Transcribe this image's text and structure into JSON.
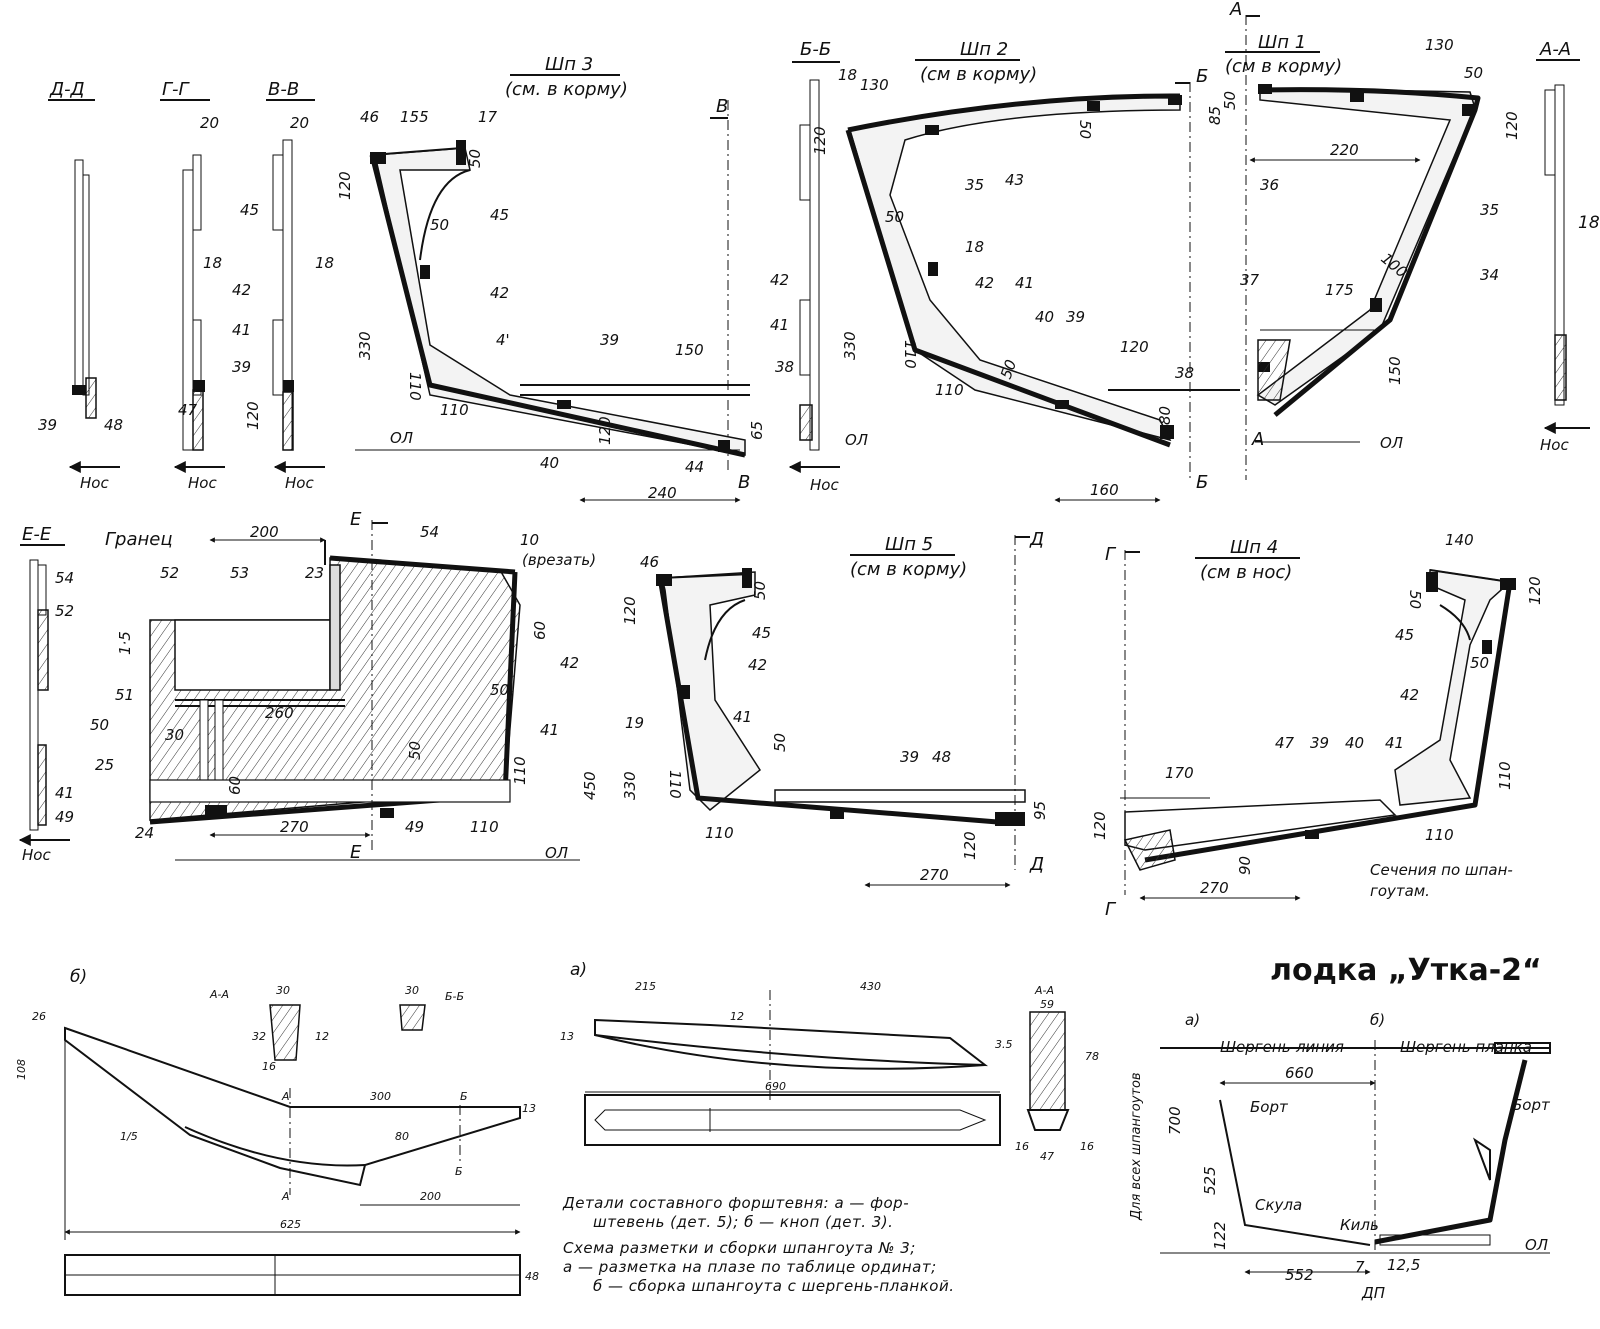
{
  "title": "лодка „Утка-2“",
  "caption_sections": "Сечения по шпан-\nгоутам.",
  "caption_details": [
    "Детали составного форштевня: а — фор-",
    "штевень (дет. 5); б — кноп (дет. 3).",
    "Схема разметки и сборки шпангоута № 3;",
    "а — разметка на плазе по таблице ординат;",
    "б — сборка шпангоута с шергень-планкой."
  ],
  "frames": {
    "shp3": {
      "title": "Шп 3",
      "subtitle": "(см. в корму)"
    },
    "shp2": {
      "title": "Шп 2",
      "subtitle": "(см в корму)"
    },
    "shp1": {
      "title": "Шп 1",
      "subtitle": "(см в корму)"
    },
    "shp5": {
      "title": "Шп 5",
      "subtitle": "(см в корму)"
    },
    "shp4": {
      "title": "Шп 4",
      "subtitle": "(см в нос)"
    }
  },
  "sections": {
    "dd": "Д-Д",
    "gg": "Г-Г",
    "vv": "В-В",
    "bb": "Б-Б",
    "aa": "А-А",
    "ee": "Е-Е"
  },
  "marks": {
    "nos": "Нос",
    "ol": "ОЛ",
    "vrezat": "(врезать)",
    "granets": "Гранец",
    "A": "А",
    "B": "Б",
    "V": "В",
    "G": "Г",
    "D": "Д",
    "E": "Е"
  },
  "labels_top": {
    "n46": "46",
    "n17": "17",
    "n45": "45",
    "n42": "42",
    "n4": "4'",
    "n39": "39",
    "n40": "40",
    "n44": "44",
    "n43": "43",
    "n35": "35",
    "n18": "18",
    "n41": "41",
    "n38": "38",
    "n36": "36",
    "n37": "37",
    "n34": "34",
    "n47": "47",
    "n48": "48"
  },
  "dims_top": {
    "d155": "155",
    "d120": "120",
    "d50": "50",
    "d330": "330",
    "d110": "110",
    "d150": "150",
    "d65": "65",
    "d240": "240",
    "d130": "130",
    "d80": "80",
    "d160": "160",
    "d85": "85",
    "d220": "220",
    "d100": "100",
    "d175": "175",
    "d20": "20",
    "d18": "18"
  },
  "labels_bottom": {
    "n54": "54",
    "n52": "52",
    "n53": "53",
    "n23": "23",
    "n10": "10",
    "n51": "51",
    "n50": "50",
    "n25": "25",
    "n24": "24",
    "n49": "49",
    "n19": "19",
    "n60": "60",
    "d200": "200",
    "d145": "1·5",
    "d30": "30",
    "d260": "260",
    "d270": "270",
    "d450": "450",
    "d95": "95",
    "d90": "90",
    "d170": "170",
    "d140": "140"
  },
  "detail": {
    "b": "б)",
    "a": "а)",
    "aa": "А-А",
    "bb": "Б-Б",
    "d30": "30",
    "d32": "32",
    "d12": "12",
    "d16": "16",
    "d26": "26",
    "d108": "108",
    "d300": "300",
    "d13": "13",
    "d80": "80",
    "d15": "1/5",
    "d200": "200",
    "d625": "625",
    "d48": "48",
    "d215": "215",
    "d430": "430",
    "d690": "690",
    "d59": "59",
    "d78": "78",
    "d47": "47",
    "d35": "3.5"
  },
  "scheme": {
    "a": "а)",
    "b": "б)",
    "line": "Шергень-линия",
    "plank": "Шергень планка",
    "bort": "Борт",
    "skula": "Скула",
    "kil": "Киль",
    "vertical": "Для всех шпангоутов",
    "d660": "660",
    "d700": "700",
    "d525": "525",
    "d122": "122",
    "d552": "552",
    "d7": "7",
    "d125": "12,5",
    "ol": "ОЛ",
    "dp": "ДП"
  }
}
